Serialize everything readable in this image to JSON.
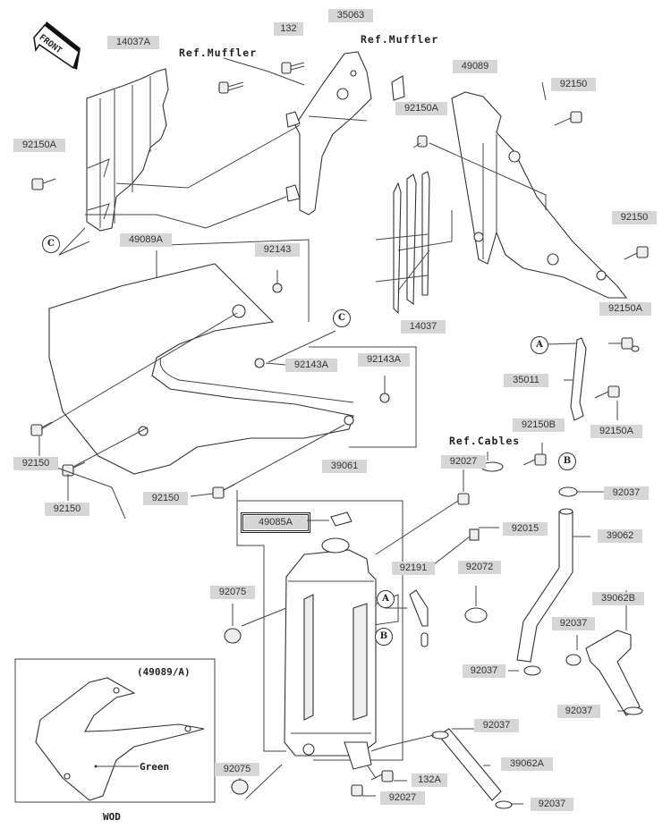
{
  "diagram": {
    "front_arrow": "FRONT",
    "references": {
      "muffler_left": "Ref.Muffler",
      "muffler_right": "Ref.Muffler",
      "cables": "Ref.Cables"
    },
    "callouts": [
      "A",
      "B",
      "C"
    ],
    "labels": {
      "p14037A": "14037A",
      "p132": "132",
      "p35063": "35063",
      "p49089": "49089",
      "p92150A_top": "92150A",
      "p92150_top": "92150",
      "p92150A_left": "92150A",
      "p92150_right": "92150",
      "p14037": "14037",
      "p49089A": "49089A",
      "p92143": "92143",
      "p92150A_mid": "92150A",
      "p92143A_a": "92143A",
      "p92143A_b": "92143A",
      "p35011": "35011",
      "p92150A_low": "92150A",
      "p92150B": "92150B",
      "p92150_l1": "92150",
      "p92150_l2": "92150",
      "p92150_l3": "92150",
      "p39061": "39061",
      "p92027_top": "92027",
      "p92037_b": "92037",
      "p49085A": "49085A",
      "p92015": "92015",
      "p39062": "39062",
      "p92191": "92191",
      "p92072": "92072",
      "p92075_top": "92075",
      "p39062B": "39062B",
      "p92037_mid": "92037",
      "p92037_left": "92037",
      "p92037_right": "92037",
      "p92037_low": "92037",
      "p39062A": "39062A",
      "p92075_bot": "92075",
      "p132A": "132A",
      "p92027_bot": "92027",
      "p92037_bot": "92037"
    },
    "inset": {
      "title": "(49089/A)",
      "color_note": "Green",
      "caption": "WOD"
    }
  }
}
